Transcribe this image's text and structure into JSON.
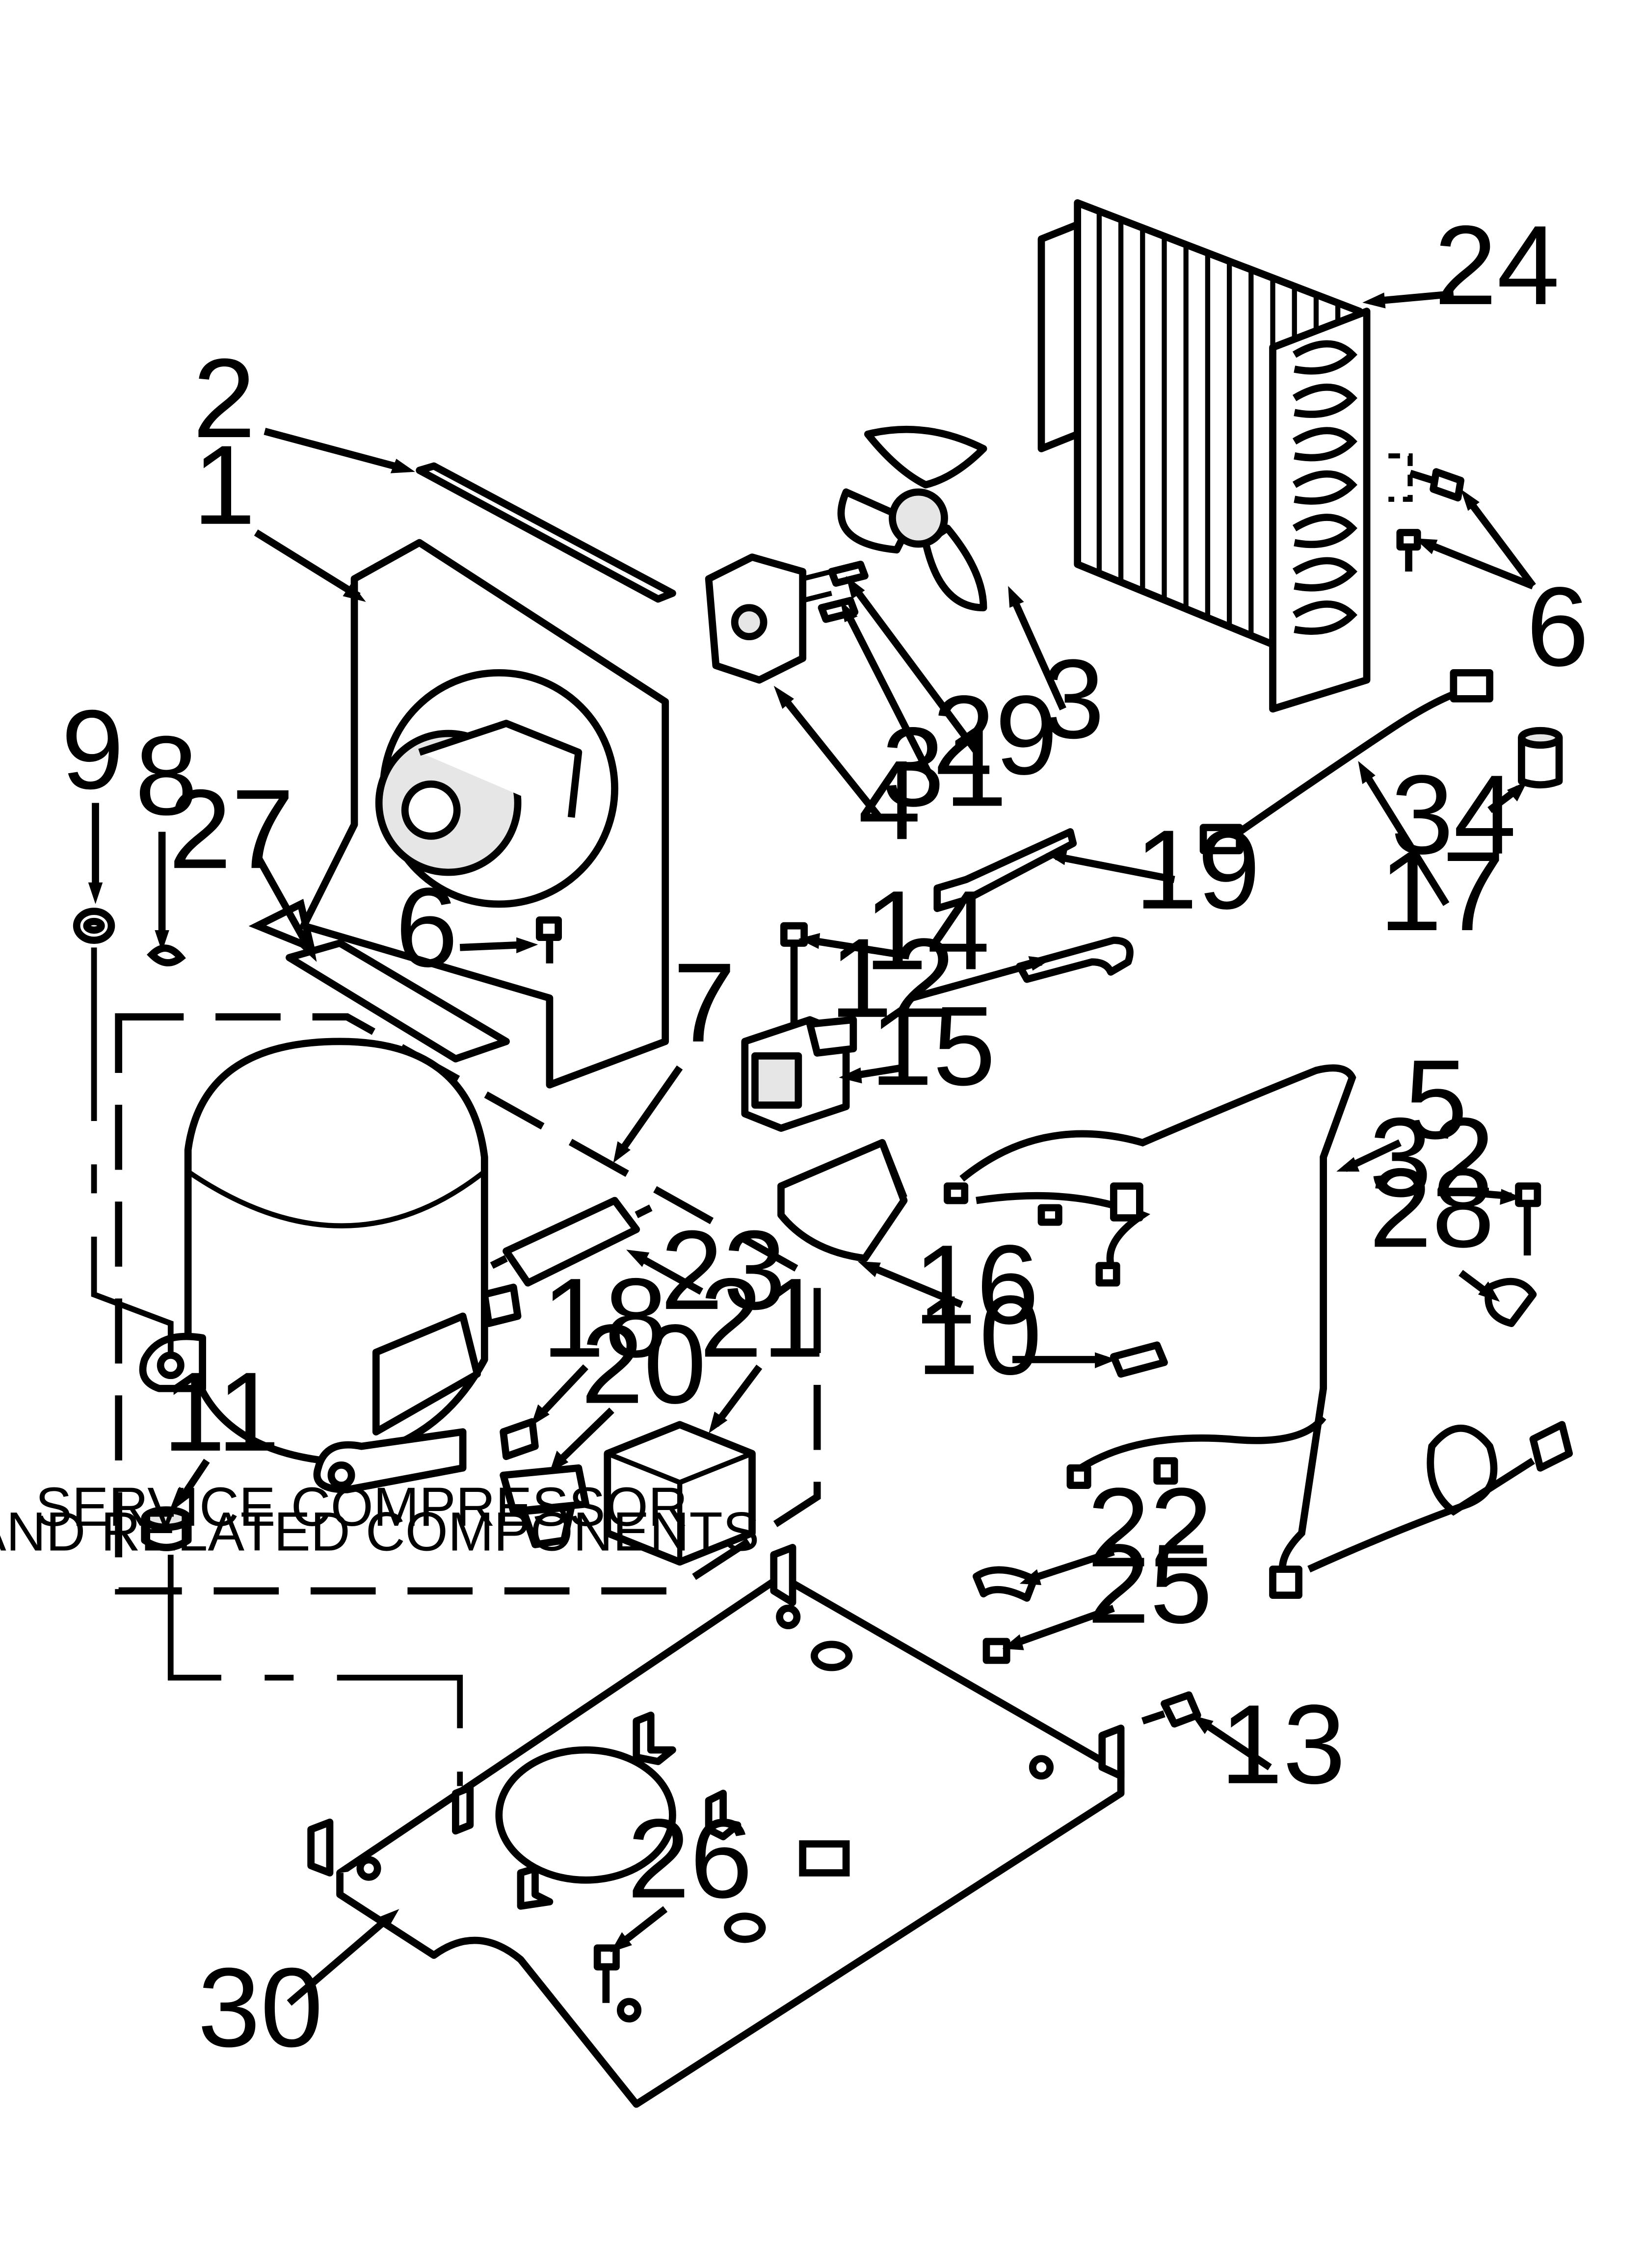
{
  "callouts": {
    "c1": "1",
    "c2": "2",
    "c3": "3",
    "c4": "4",
    "c5": "5",
    "c6a": "6",
    "c6b": "6",
    "c7": "7",
    "c8": "8",
    "c9": "9",
    "c10": "10",
    "c11": "11",
    "c12": "12",
    "c13": "13",
    "c14": "14",
    "c15": "15",
    "c16": "16",
    "c17": "17",
    "c18": "18",
    "c19": "19",
    "c20": "20",
    "c21": "21",
    "c22": "22",
    "c23": "23",
    "c24": "24",
    "c25": "25",
    "c26": "26",
    "c27": "27",
    "c28": "28",
    "c29": "29",
    "c30": "30",
    "c31": "31",
    "c32": "32",
    "c34": "34"
  },
  "service_note": {
    "line1": "SERVICE COMPRESSOR",
    "line2": "AND RELATED COMPONENTS"
  }
}
